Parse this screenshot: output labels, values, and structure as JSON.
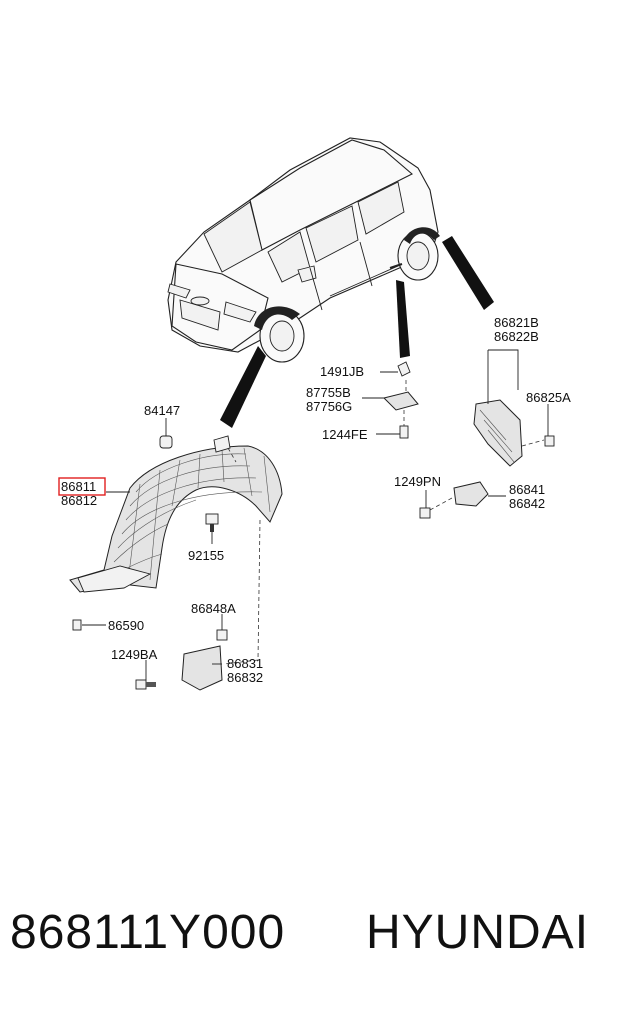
{
  "labels": {
    "l86811": "86811",
    "l86812": "86812",
    "l84147": "84147",
    "l92155": "92155",
    "l86590": "86590",
    "l86848A": "86848A",
    "l1249BA": "1249BA",
    "l86831": "86831",
    "l86832": "86832",
    "l1491JB": "1491JB",
    "l87755B": "87755B",
    "l87756G": "87756G",
    "l1244FE": "1244FE",
    "l86821B": "86821B",
    "l86822B": "86822B",
    "l86825A": "86825A",
    "l1249PN": "1249PN",
    "l86841": "86841",
    "l86842": "86842"
  },
  "highlight_color": "#e02020",
  "footer": {
    "part_number": "868111Y000",
    "brand": "HYUNDAI"
  }
}
